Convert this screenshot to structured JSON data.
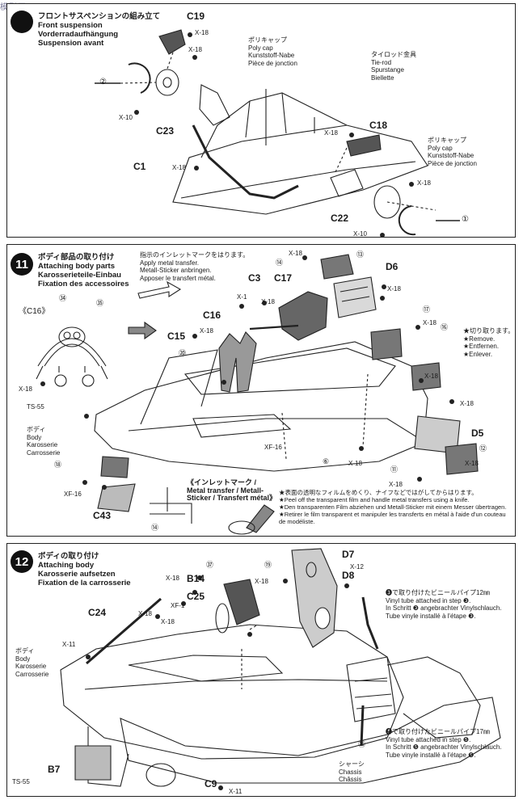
{
  "watermark": "模型网 HOBBY SEARCH",
  "step10": {
    "number": "",
    "titles": [
      "フロントサスペンションの組み立て",
      "Front suspension",
      "Vorderradaufhängung",
      "Suspension avant"
    ],
    "parts": {
      "c19": "C19",
      "c23": "C23",
      "c1": "C1",
      "c18": "C18",
      "c22": "C22",
      "x18_a": "X-18",
      "x18_b": "X-18",
      "x18_c": "X-18",
      "x18_d": "X-18",
      "x18_e": "X-18",
      "x10_a": "X-10",
      "x10_b": "X-10",
      "num2": "②",
      "num1": "①"
    },
    "polycap_a": [
      "ポリキャップ",
      "Poly cap",
      "Kunststoff-Nabe",
      "Pièce de jonction"
    ],
    "tierod": [
      "タイロッド金具",
      "Tie-rod",
      "Spurstange",
      "Biellette"
    ],
    "polycap_b": [
      "ポリキャップ",
      "Poly cap",
      "Kunststoff-Nabe",
      "Pièce de jonction"
    ]
  },
  "step11": {
    "number": "11",
    "titles": [
      "ボディ部品の取り付け",
      "Attaching body parts",
      "Karosserieteile-Einbau",
      "Fixation des accessoires"
    ],
    "metal_note": [
      "指示のインレットマークをはります。",
      "Apply metal transfer.",
      "Metall-Sticker anbringen.",
      "Apposer le transfert métal."
    ],
    "c16_detail": "《C16》",
    "remove_note": [
      "★切り取ります。",
      "★Remove.",
      "★Entfernen.",
      "★Enlever."
    ],
    "body_label": [
      "ボディ",
      "Body",
      "Karosserie",
      "Carrosserie"
    ],
    "parts": {
      "c3": "C3",
      "c17": "C17",
      "d6": "D6",
      "c16": "C16",
      "c15": "C15",
      "d5": "D5",
      "c43": "C43",
      "x1": "X-1",
      "x18_a": "X-18",
      "x18_b": "X-18",
      "x18_c": "X-18",
      "x18_d": "X-18",
      "x18_e": "X-18",
      "x18_f": "X-18",
      "x18_g": "X-18",
      "x18_h": "X-18",
      "x18_i": "X-18",
      "x18_j": "X-18",
      "x18_k": "X-18",
      "ts55": "TS-55",
      "xf16_a": "XF-16",
      "xf16_b": "XF-16",
      "n34": "㉞",
      "n35": "㉟",
      "n20": "⑳",
      "n13": "⑬",
      "n14": "⑭",
      "n17": "⑰",
      "n16": "⑯",
      "n12": "⑫",
      "n11": "⑪",
      "n18": "⑱",
      "n6": "⑥",
      "n14b": "⑭"
    },
    "transfer_title": "《インレットマーク / Metal transfer / Metall-Sticker / Transfert métal》",
    "transfer_notes": [
      "★表面の透明なフィルムをめくり、ナイフなどではがしてからはります。",
      "★Peel off the transparent film and handle metal transfers using a knife.",
      "★Den transparenten Film abziehen und Metall-Sticker mit einem Messer übertragen.",
      "★Retirer le film transparent et manipuler les transferts en métal à l'aide d'un couteau de modéliste."
    ]
  },
  "step12": {
    "number": "12",
    "titles": [
      "ボディの取り付け",
      "Attaching body",
      "Karosserie aufsetzen",
      "Fixation de la carrosserie"
    ],
    "body_label": [
      "ボディ",
      "Body",
      "Karosserie",
      "Carrosserie"
    ],
    "chassis_label": [
      "シャーシ",
      "Chassis",
      "Châssis"
    ],
    "tube12_note": [
      "❸で取り付けたビニールパイプ12㎜",
      "Vinyl tube attached in step ❸.",
      "In Schritt ❸ angebrachter Vinylschlauch.",
      "Tube vinyle installé à l'étape ❸."
    ],
    "tube17_note": [
      "❺で取り付けたビニールパイプ17㎜",
      "Vinyl tube attached in step ❺.",
      "In Schritt ❺ angebrachter Vinylschlauch.",
      "Tube vinyle installé à l'étape ❺."
    ],
    "parts": {
      "d7": "D7",
      "d8": "D8",
      "b14": "B14",
      "c25": "C25",
      "c24": "C24",
      "b7": "B7",
      "c9": "C9",
      "x12": "X-12",
      "x18_a": "X-18",
      "x18_b": "X-18",
      "x18_c": "X-18",
      "x18_d": "X-18",
      "xf1": "XF-1",
      "x11_a": "X-11",
      "x11_b": "X-11",
      "ts55": "TS-55",
      "n37": "㊲",
      "n19": "⑲",
      "n36": "㊱"
    }
  }
}
